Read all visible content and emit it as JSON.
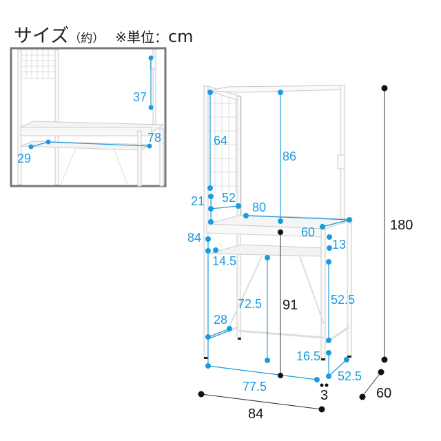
{
  "title": {
    "main": "サイズ",
    "approx": "（約）",
    "unit_prefix": "※単位：",
    "unit": "cm"
  },
  "colors": {
    "dimension_blue": "#1a9be0",
    "dimension_black": "#111111",
    "inset_border": "#777777"
  },
  "inset": {
    "labels": {
      "hook_height": "37",
      "rail_width": "78",
      "rail_depth": "29"
    }
  },
  "main": {
    "labels": {
      "panel_height": "64",
      "top_bar_height": "86",
      "panel_gap": "21",
      "panel_width": "52",
      "desk_width": "80",
      "desk_depth": "60",
      "hook_gap": "13",
      "side_height": "84",
      "shelf_gap": "14.5",
      "shelf_height": "72.5",
      "desk_height": "91",
      "side_clearance": "52.5",
      "brace_depth": "28",
      "foot_height": "16.5",
      "inner_width": "77.5",
      "base_depth": "52.5",
      "foot_offset": "3",
      "total_width": "84",
      "total_height": "180",
      "total_depth": "60"
    }
  }
}
